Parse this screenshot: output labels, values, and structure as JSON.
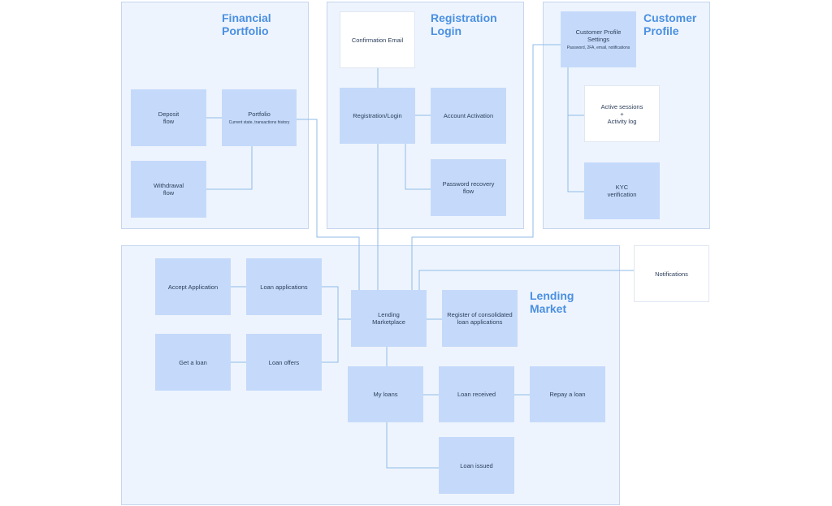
{
  "groups": {
    "financial": {
      "title": "Financial\nPortfolio"
    },
    "registration": {
      "title": "Registration\nLogin"
    },
    "customer": {
      "title": "Customer\nProfile"
    },
    "lending": {
      "title": "Lending\nMarket"
    }
  },
  "nodes": {
    "deposit": {
      "label": "Deposit\nflow"
    },
    "portfolio": {
      "label": "Portfolio",
      "sub": "Current state, transactions history"
    },
    "withdrawal": {
      "label": "Withdrawal\nflow"
    },
    "confirmation_email": {
      "label": "Confirmation Email"
    },
    "registration_login": {
      "label": "Registration/Login"
    },
    "account_activation": {
      "label": "Account Activation"
    },
    "password_recovery": {
      "label": "Password recovery\nflow"
    },
    "profile_settings": {
      "label": "Customer Profile\nSettings",
      "sub": "Password, 2FA, email, notifications"
    },
    "active_sessions": {
      "label": "Active sessions\n+\nActivity log"
    },
    "kyc": {
      "label": "KYC\nverification"
    },
    "notifications": {
      "label": "Notifications"
    },
    "accept_application": {
      "label": "Accept Application"
    },
    "loan_applications": {
      "label": "Loan applications"
    },
    "get_loan": {
      "label": "Get a loan"
    },
    "loan_offers": {
      "label": "Loan offers"
    },
    "lending_marketplace": {
      "label": "Lending\nMarketplace"
    },
    "register_consolidated": {
      "label": "Register of consolidated\nloan applications"
    },
    "my_loans": {
      "label": "My loans"
    },
    "loan_received": {
      "label": "Loan received"
    },
    "repay_loan": {
      "label": "Repay a loan"
    },
    "loan_issued": {
      "label": "Loan issued"
    }
  },
  "colors": {
    "group_fill": "#eef4fd",
    "group_border": "#c5d6ee",
    "node_fill": "#c5dafa",
    "connector": "#8fbbe8",
    "title": "#4a90e2"
  }
}
